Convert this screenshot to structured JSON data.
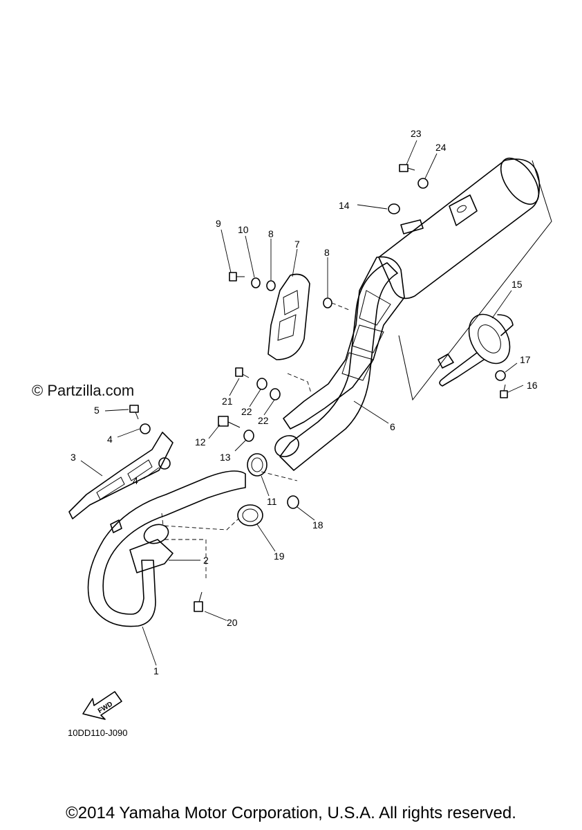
{
  "watermark": "© Partzilla.com",
  "diagram_code": "10DD110-J090",
  "fwd_label": "FWD",
  "copyright": "©2014 Yamaha Motor Corporation, U.S.A. All rights reserved.",
  "callouts": {
    "c1": "1",
    "c2": "2",
    "c3": "3",
    "c4a": "4",
    "c4b": "4",
    "c5": "5",
    "c6": "6",
    "c7": "7",
    "c8a": "8",
    "c8b": "8",
    "c9": "9",
    "c10": "10",
    "c11": "11",
    "c12": "12",
    "c13": "13",
    "c14": "14",
    "c15": "15",
    "c16": "16",
    "c17": "17",
    "c18": "18",
    "c19": "19",
    "c20": "20",
    "c21": "21",
    "c22a": "22",
    "c22b": "22",
    "c23": "23",
    "c24": "24"
  }
}
